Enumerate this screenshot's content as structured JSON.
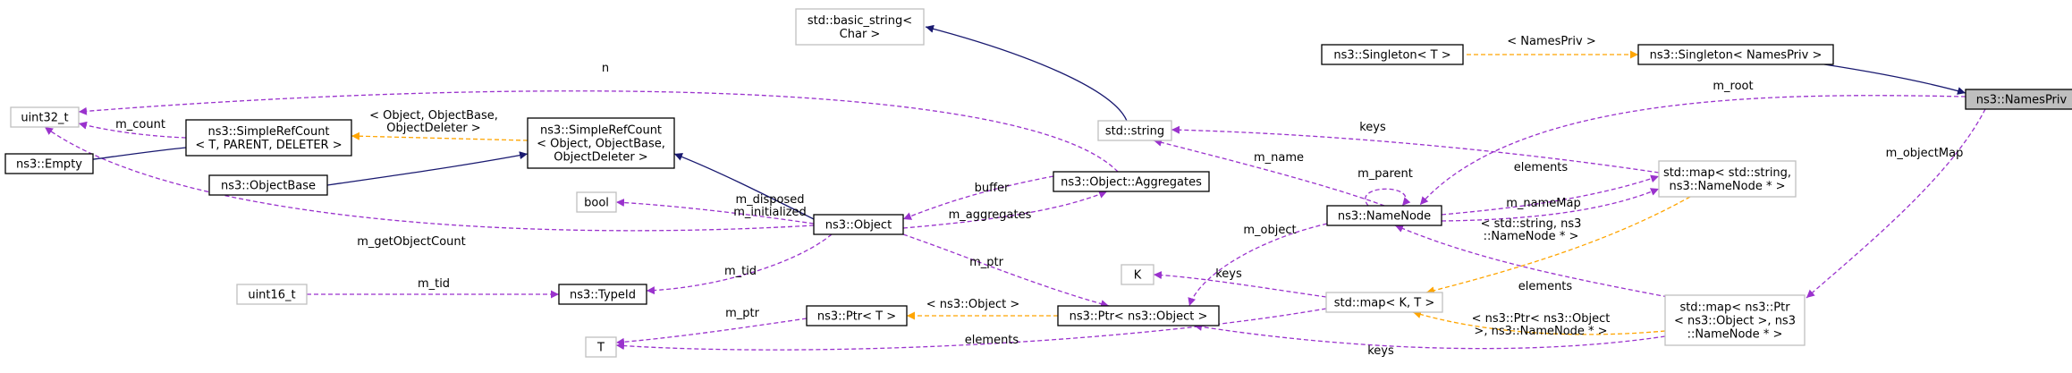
{
  "colors": {
    "inheritance": "#191970",
    "template": "#ffa500",
    "usage": "#9a32cd",
    "node_border_solid": "#000000",
    "node_border_external": "#bfbfbf",
    "node_fill_focus": "#bfbfbf",
    "node_fill": "#ffffff"
  },
  "nodes": [
    {
      "id": "names_priv",
      "label": [
        "ns3::NamesPriv"
      ],
      "style": "focus"
    },
    {
      "id": "singleton_names_priv",
      "label": [
        "ns3::Singleton< NamesPriv >"
      ],
      "style": "solid"
    },
    {
      "id": "singleton_t",
      "label": [
        "ns3::Singleton< T >"
      ],
      "style": "solid"
    },
    {
      "id": "basic_string",
      "label": [
        "std::basic_string<",
        "Char >"
      ],
      "style": "external"
    },
    {
      "id": "std_string",
      "label": [
        "std::string"
      ],
      "style": "external"
    },
    {
      "id": "uint32",
      "label": [
        "uint32_t"
      ],
      "style": "external"
    },
    {
      "id": "empty",
      "label": [
        "ns3::Empty"
      ],
      "style": "solid"
    },
    {
      "id": "simple_ref_t",
      "label": [
        "ns3::SimpleRefCount",
        "< T, PARENT, DELETER >"
      ],
      "style": "solid"
    },
    {
      "id": "simple_ref_obj",
      "label": [
        "ns3::SimpleRefCount",
        "< Object, ObjectBase,",
        "ObjectDeleter >"
      ],
      "style": "solid"
    },
    {
      "id": "object_base",
      "label": [
        "ns3::ObjectBase"
      ],
      "style": "solid"
    },
    {
      "id": "bool",
      "label": [
        "bool"
      ],
      "style": "external"
    },
    {
      "id": "object",
      "label": [
        "ns3::Object"
      ],
      "style": "solid"
    },
    {
      "id": "aggregates",
      "label": [
        "ns3::Object::Aggregates"
      ],
      "style": "solid"
    },
    {
      "id": "uint16",
      "label": [
        "uint16_t"
      ],
      "style": "external"
    },
    {
      "id": "typeid",
      "label": [
        "ns3::TypeId"
      ],
      "style": "solid"
    },
    {
      "id": "t",
      "label": [
        "T"
      ],
      "style": "external"
    },
    {
      "id": "ptr_t",
      "label": [
        "ns3::Ptr< T >"
      ],
      "style": "solid"
    },
    {
      "id": "ptr_object",
      "label": [
        "ns3::Ptr< ns3::Object >"
      ],
      "style": "solid"
    },
    {
      "id": "k",
      "label": [
        "K"
      ],
      "style": "external"
    },
    {
      "id": "name_node",
      "label": [
        "ns3::NameNode"
      ],
      "style": "solid"
    },
    {
      "id": "map_kt",
      "label": [
        "std::map< K, T >"
      ],
      "style": "external"
    },
    {
      "id": "map_string",
      "label": [
        "std::map< std::string,",
        "ns3::NameNode * >"
      ],
      "style": "external"
    },
    {
      "id": "map_ptr",
      "label": [
        "std::map< ns3::Ptr",
        "< ns3::Object >, ns3",
        "::NameNode * >"
      ],
      "style": "external"
    }
  ],
  "edges": [
    {
      "id": "e1",
      "from": "singleton_names_priv",
      "to": "names_priv",
      "kind": "inheritance",
      "label": []
    },
    {
      "id": "e2",
      "from": "singleton_t",
      "to": "singleton_names_priv",
      "kind": "template",
      "label": [
        "< NamesPriv >"
      ]
    },
    {
      "id": "e3",
      "from": "basic_string",
      "to": "std_string",
      "kind": "inheritance",
      "label": []
    },
    {
      "id": "e4",
      "from": "name_node",
      "to": "names_priv",
      "kind": "usage",
      "label": [
        "m_root"
      ]
    },
    {
      "id": "e5",
      "from": "map_ptr",
      "to": "names_priv",
      "kind": "usage",
      "label": [
        "m_objectMap"
      ]
    },
    {
      "id": "e6",
      "from": "std_string",
      "to": "map_string",
      "kind": "usage",
      "label": [
        "keys"
      ]
    },
    {
      "id": "e7",
      "from": "std_string",
      "to": "name_node",
      "kind": "usage",
      "label": [
        "m_name"
      ]
    },
    {
      "id": "e8",
      "from": "name_node",
      "to": "name_node",
      "kind": "usage",
      "label": [
        "m_parent"
      ]
    },
    {
      "id": "e9",
      "from": "name_node",
      "to": "map_string",
      "kind": "usage",
      "label": [
        "elements"
      ]
    },
    {
      "id": "e10",
      "from": "map_string",
      "to": "name_node",
      "kind": "usage",
      "label": [
        "m_nameMap"
      ]
    },
    {
      "id": "e11",
      "from": "map_kt",
      "to": "map_string",
      "kind": "template",
      "label": [
        "< std::string, ns3",
        "::NameNode * >"
      ]
    },
    {
      "id": "e12",
      "from": "name_node",
      "to": "map_ptr",
      "kind": "usage",
      "label": [
        "elements"
      ]
    },
    {
      "id": "e13",
      "from": "map_kt",
      "to": "map_ptr",
      "kind": "template",
      "label": [
        "< ns3::Ptr< ns3::Object",
        ">, ns3::NameNode * >"
      ]
    },
    {
      "id": "e14",
      "from": "ptr_object",
      "to": "map_ptr",
      "kind": "usage",
      "label": [
        "keys"
      ]
    },
    {
      "id": "e15",
      "from": "ptr_object",
      "to": "name_node",
      "kind": "usage",
      "label": [
        "m_object"
      ]
    },
    {
      "id": "e16",
      "from": "k",
      "to": "map_kt",
      "kind": "usage",
      "label": [
        "keys"
      ]
    },
    {
      "id": "e17",
      "from": "t",
      "to": "map_kt",
      "kind": "usage",
      "label": [
        "elements"
      ]
    },
    {
      "id": "e18",
      "from": "ptr_t",
      "to": "ptr_object",
      "kind": "template",
      "label": [
        "< ns3::Object >"
      ]
    },
    {
      "id": "e19",
      "from": "t",
      "to": "ptr_t",
      "kind": "usage",
      "label": [
        "m_ptr"
      ]
    },
    {
      "id": "e20",
      "from": "object",
      "to": "ptr_object",
      "kind": "usage",
      "label": [
        "m_ptr"
      ]
    },
    {
      "id": "e21",
      "from": "uint16",
      "to": "typeid",
      "kind": "usage",
      "label": [
        "m_tid"
      ]
    },
    {
      "id": "e22",
      "from": "typeid",
      "to": "object",
      "kind": "usage",
      "label": [
        "m_tid"
      ]
    },
    {
      "id": "e23",
      "from": "bool",
      "to": "object",
      "kind": "usage",
      "label": [
        "m_disposed",
        "m_initialized"
      ]
    },
    {
      "id": "e24",
      "from": "object",
      "to": "aggregates",
      "kind": "usage",
      "label": [
        "buffer"
      ]
    },
    {
      "id": "e25",
      "from": "aggregates",
      "to": "object",
      "kind": "usage",
      "label": [
        "m_aggregates"
      ]
    },
    {
      "id": "e26",
      "from": "uint32",
      "to": "aggregates",
      "kind": "usage",
      "label": [
        "n"
      ]
    },
    {
      "id": "e27",
      "from": "uint32",
      "to": "object",
      "kind": "usage",
      "label": [
        "m_getObjectCount"
      ]
    },
    {
      "id": "e28",
      "from": "uint32",
      "to": "simple_ref_t",
      "kind": "usage",
      "label": [
        "m_count"
      ]
    },
    {
      "id": "e29",
      "from": "empty",
      "to": "simple_ref_t",
      "kind": "inheritance",
      "label": []
    },
    {
      "id": "e30",
      "from": "simple_ref_t",
      "to": "simple_ref_obj",
      "kind": "template",
      "label": [
        "< Object, ObjectBase,",
        "ObjectDeleter >"
      ]
    },
    {
      "id": "e31",
      "from": "simple_ref_obj",
      "to": "object",
      "kind": "inheritance",
      "label": []
    },
    {
      "id": "e32",
      "from": "object_base",
      "to": "simple_ref_obj",
      "kind": "inheritance",
      "label": []
    }
  ]
}
